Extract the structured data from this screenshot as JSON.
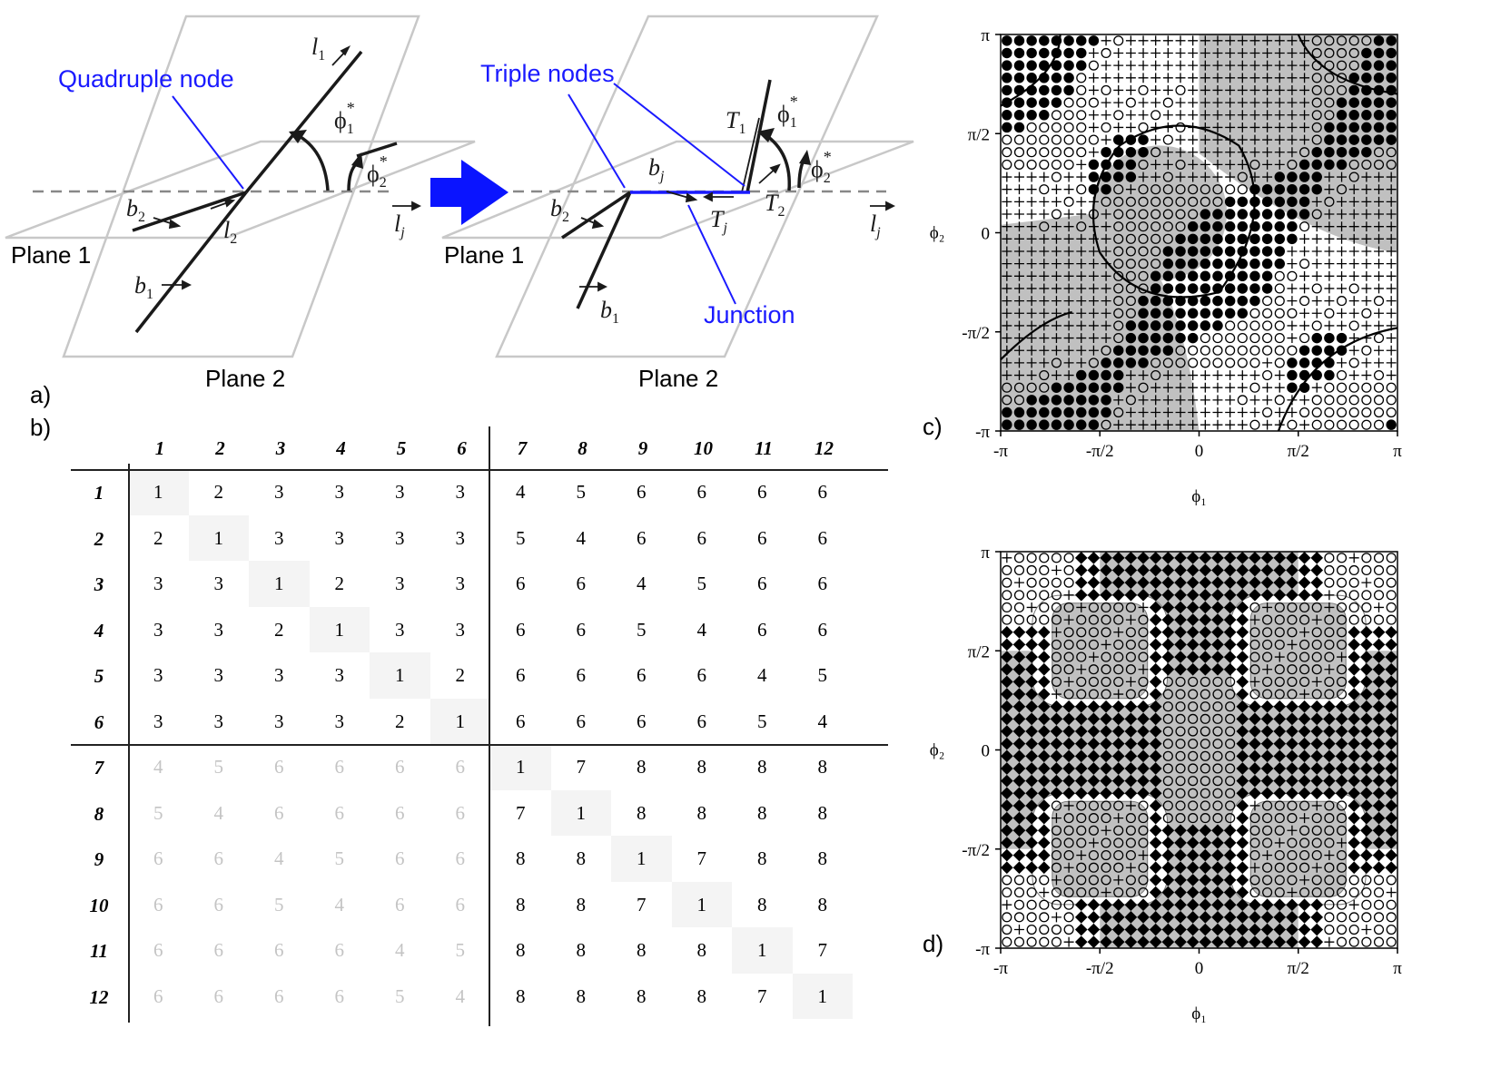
{
  "panel_labels": {
    "a": "a)",
    "b": "b)",
    "c": "c)",
    "d": "d)"
  },
  "panel_a": {
    "quadruple_node": "Quadruple node",
    "triple_nodes": "Triple nodes",
    "junction": "Junction",
    "plane1": "Plane 1",
    "plane2": "Plane 2",
    "plane1_right": "Plane 1",
    "plane2_right": "Plane 2"
  },
  "table": {
    "headers": [
      "1",
      "2",
      "3",
      "4",
      "5",
      "6",
      "7",
      "8",
      "9",
      "10",
      "11",
      "12"
    ],
    "rows": [
      [
        "1",
        "2",
        "3",
        "3",
        "3",
        "3",
        "4",
        "5",
        "6",
        "6",
        "6",
        "6"
      ],
      [
        "2",
        "1",
        "3",
        "3",
        "3",
        "3",
        "5",
        "4",
        "6",
        "6",
        "6",
        "6"
      ],
      [
        "3",
        "3",
        "1",
        "2",
        "3",
        "3",
        "6",
        "6",
        "4",
        "5",
        "6",
        "6"
      ],
      [
        "3",
        "3",
        "2",
        "1",
        "3",
        "3",
        "6",
        "6",
        "5",
        "4",
        "6",
        "6"
      ],
      [
        "3",
        "3",
        "3",
        "3",
        "1",
        "2",
        "6",
        "6",
        "6",
        "6",
        "4",
        "5"
      ],
      [
        "3",
        "3",
        "3",
        "3",
        "2",
        "1",
        "6",
        "6",
        "6",
        "6",
        "5",
        "4"
      ],
      [
        "4",
        "5",
        "6",
        "6",
        "6",
        "6",
        "1",
        "7",
        "8",
        "8",
        "8",
        "8"
      ],
      [
        "5",
        "4",
        "6",
        "6",
        "6",
        "6",
        "7",
        "1",
        "8",
        "8",
        "8",
        "8"
      ],
      [
        "6",
        "6",
        "4",
        "5",
        "6",
        "6",
        "8",
        "8",
        "1",
        "7",
        "8",
        "8"
      ],
      [
        "6",
        "6",
        "5",
        "4",
        "6",
        "6",
        "8",
        "8",
        "7",
        "1",
        "8",
        "8"
      ],
      [
        "6",
        "6",
        "6",
        "6",
        "4",
        "5",
        "8",
        "8",
        "8",
        "8",
        "1",
        "7"
      ],
      [
        "6",
        "6",
        "6",
        "6",
        "5",
        "4",
        "8",
        "8",
        "8",
        "8",
        "7",
        "1"
      ]
    ]
  },
  "maps": {
    "c": {
      "yticks": [
        "π",
        "π/2",
        "0",
        "-π/2",
        "-π"
      ],
      "xticks": [
        "-π",
        "-π/2",
        "0",
        "π/2",
        "π"
      ],
      "xlabel": "ϕ₁",
      "ylabel": "ϕ₂"
    },
    "d": {
      "yticks": [
        "π",
        "π/2",
        "0",
        "-π/2",
        "-π"
      ],
      "xticks": [
        "-π",
        "-π/2",
        "0",
        "π/2",
        "π"
      ],
      "xlabel": "ϕ₁",
      "ylabel": "ϕ₂"
    }
  }
}
